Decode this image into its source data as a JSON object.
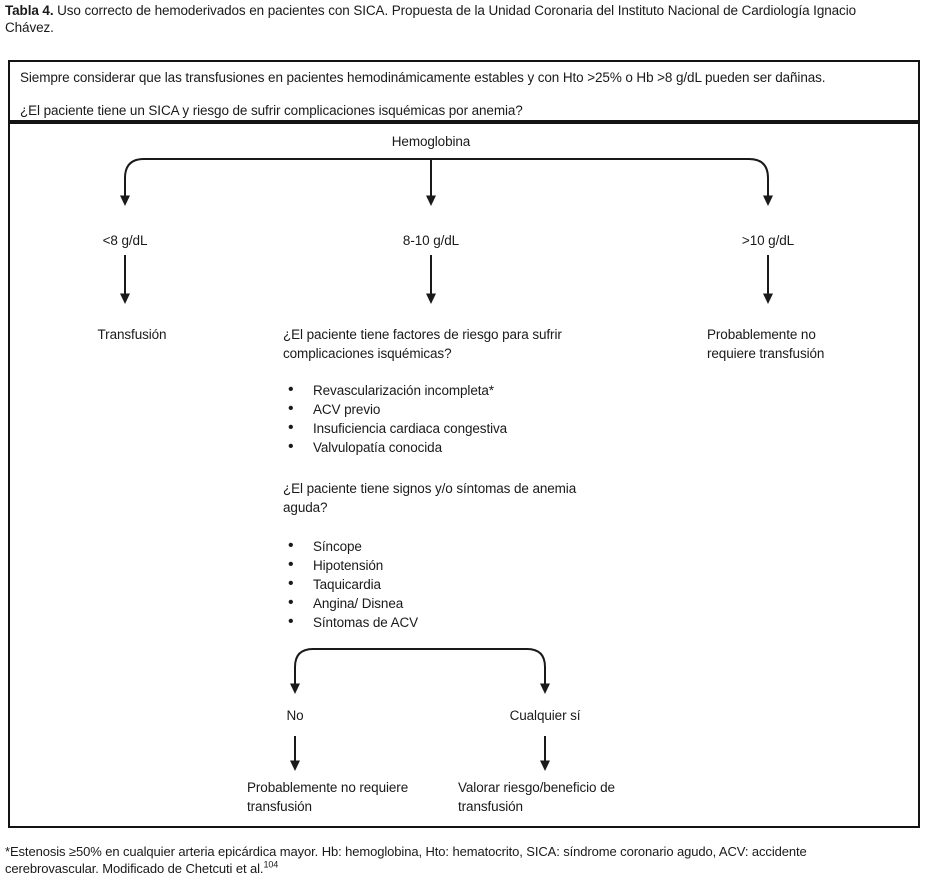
{
  "caption": {
    "label": "Tabla 4.",
    "text": "Uso correcto de hemoderivados en pacientes con SICA. Propuesta de la Unidad Coronaria del Instituto Nacional de Cardiología Ignacio Chávez."
  },
  "advisory": {
    "warning": "Siempre considerar que las transfusiones en pacientes hemodinámicamente estables y con Hto >25% o Hb >8 g/dL pueden ser dañinas.",
    "question": "¿El paciente tiene un SICA y riesgo de sufrir complicaciones isquémicas por anemia?"
  },
  "flowchart": {
    "root_label": "Hemoglobina",
    "low": {
      "label": "<8 g/dL",
      "outcome": "Transfusión"
    },
    "mid": {
      "label": "8-10 g/dL",
      "question_risk": "¿El paciente tiene factores de riesgo para sufrir complicaciones isquémicas?",
      "risk_factors": [
        "Revascularización incompleta*",
        "ACV previo",
        "Insuficiencia cardiaca congestiva",
        "Valvulopatía conocida"
      ],
      "question_symptoms": "¿El paciente tiene signos y/o síntomas de anemia aguda?",
      "symptoms": [
        "Síncope",
        "Hipotensión",
        "Taquicardia",
        "Angina/ Disnea",
        "Síntomas de ACV"
      ],
      "no_branch": {
        "label": "No",
        "outcome": "Probablemente no requiere transfusión"
      },
      "yes_branch": {
        "label": "Cualquier sí",
        "outcome": "Valorar riesgo/beneficio de transfusión"
      }
    },
    "high": {
      "label": ">10 g/dL",
      "outcome": "Probablemente no requiere transfusión"
    }
  },
  "footnote": {
    "text": "*Estenosis ≥50% en cualquier arteria epicárdica mayor. Hb: hemoglobina, Hto: hematocrito, SICA: síndrome coronario agudo, ACV: accidente cerebrovascular. Modificado de Chetcuti et al.",
    "reference": "104"
  }
}
